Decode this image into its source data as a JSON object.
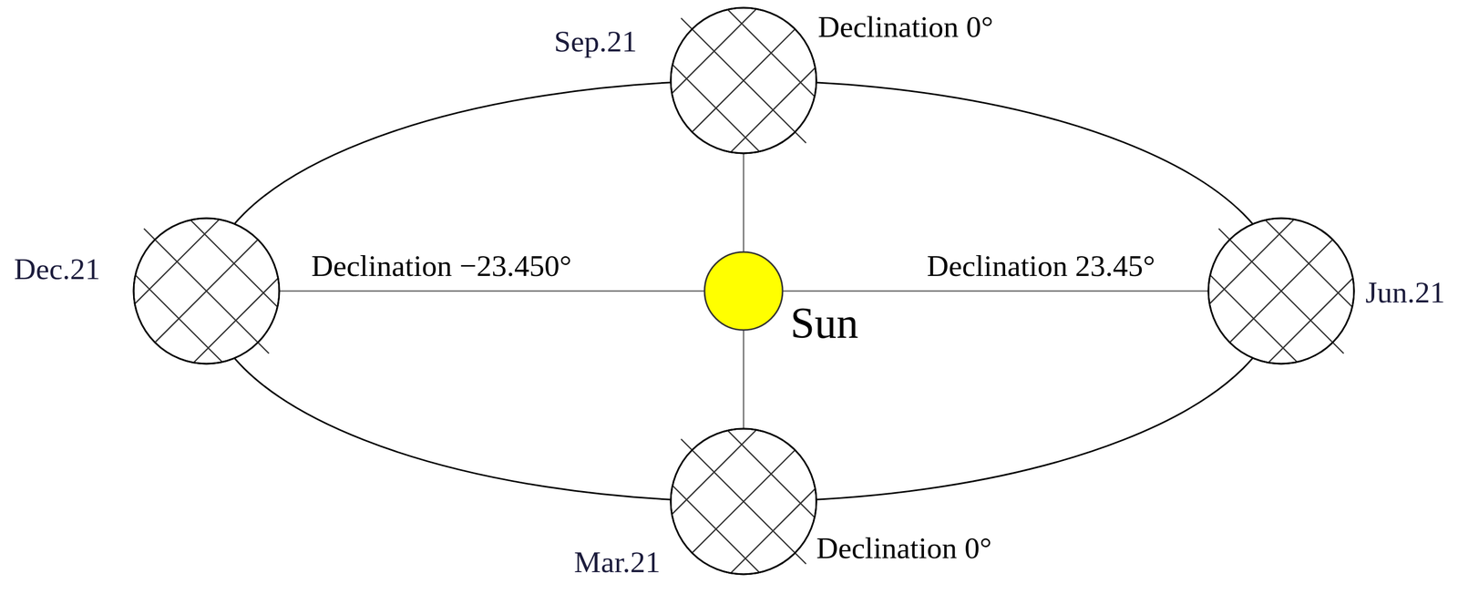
{
  "diagram": {
    "nodes": [
      {
        "text": [
          "Sep.21",
          "Declination 0°"
        ]
      },
      {
        "text": [
          "Dec.21"
        ]
      },
      {
        "text": [
          "Sun"
        ]
      },
      {
        "text": [
          "Jun.21"
        ]
      },
      {
        "text": [
          "Mar.21",
          "Declination 0°"
        ]
      }
    ],
    "edges": [
      {
        "from": 2,
        "to": 0,
        "arrow": "none"
      },
      {
        "from": 2,
        "to": 1,
        "label": "Declination −23.450°",
        "arrow": "none"
      },
      {
        "from": 2,
        "to": 3,
        "label": "Declination 23.45°",
        "arrow": "none"
      },
      {
        "from": 2,
        "to": 4,
        "arrow": "none"
      }
    ]
  }
}
